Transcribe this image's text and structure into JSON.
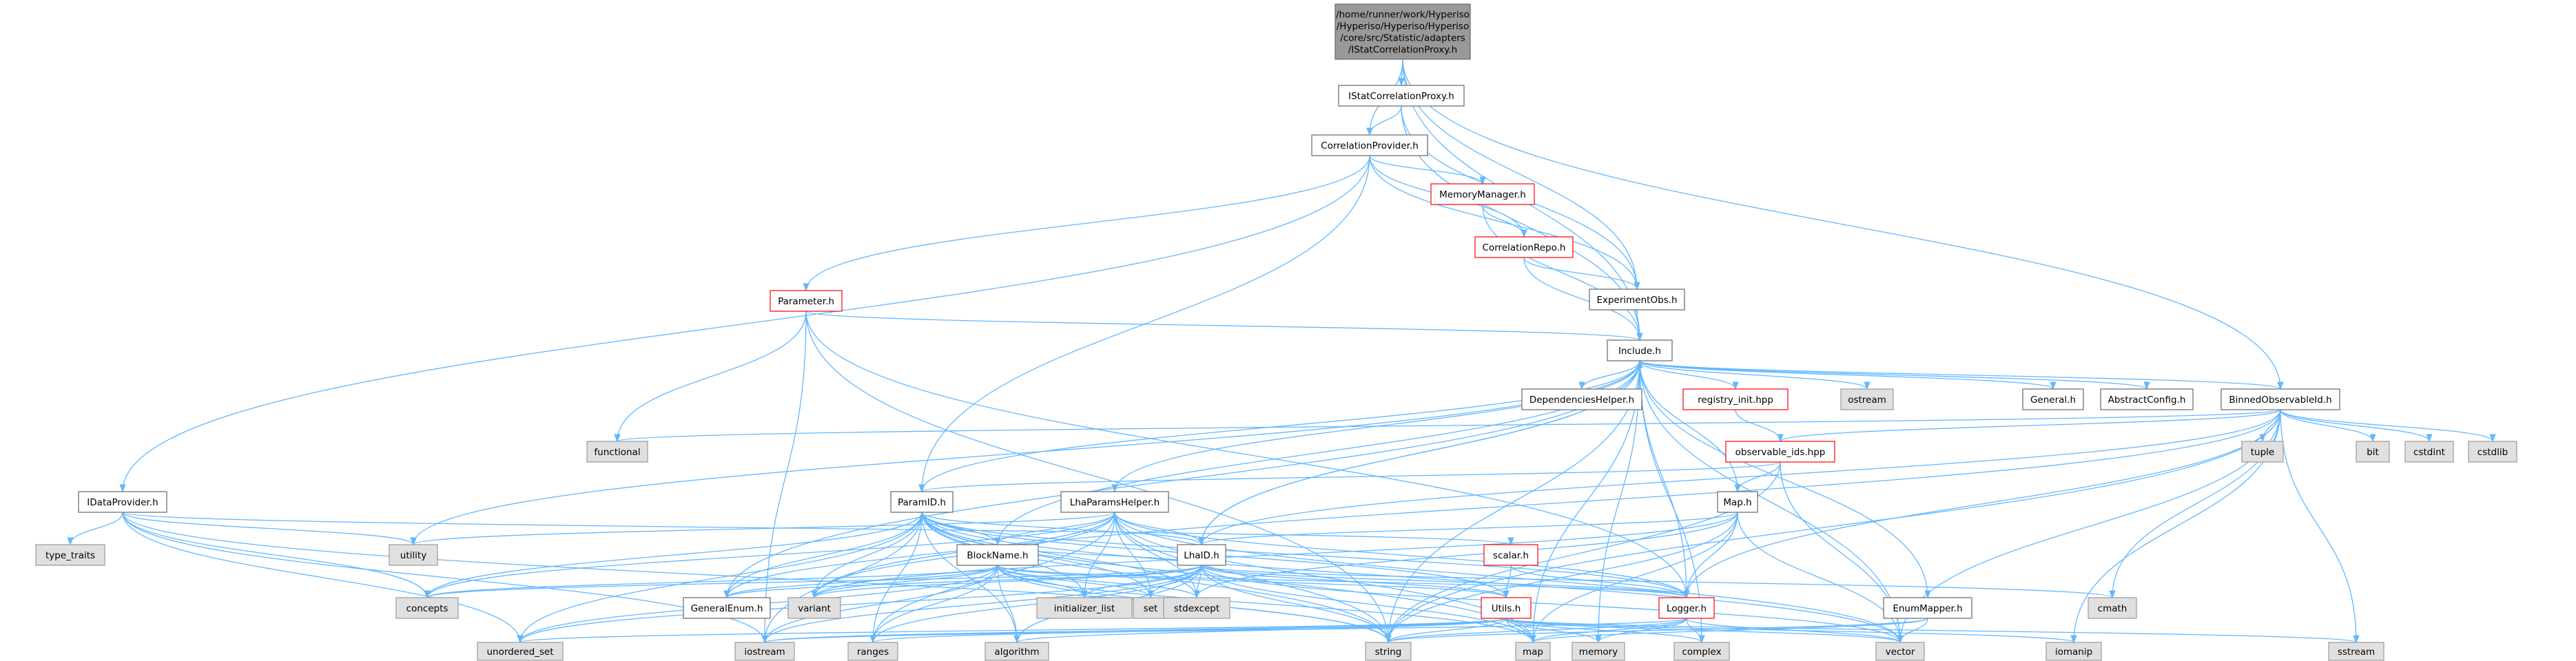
{
  "colors": {
    "edge": "#63b8ff",
    "edge_arrow": "#63b8ff",
    "root_fill": "#999999",
    "root_border": "#666666",
    "file_fill": "#ffffff",
    "file_border": "#666666",
    "external_fill": "#e0e0e0",
    "external_border": "#999999",
    "incomplete_border": "#ff0000",
    "text": "#000000"
  },
  "graph": {
    "title": "/home/runner/work/Hyperiso/Hyperiso/Hyperiso/core/src/Statistic/adapters/IStatCorrelationProxy.h",
    "nodes": [
      {
        "id": "root",
        "label": [
          "/home/runner/work/Hyperiso",
          "/Hyperiso/Hyperiso/Hyperiso",
          "/core/src/Statistic/adapters",
          "/IStatCorrelationProxy.h"
        ],
        "kind": "root"
      },
      {
        "id": "IStatCorrelationProxy",
        "label": [
          "IStatCorrelationProxy.h"
        ],
        "kind": "file"
      },
      {
        "id": "CorrelationProvider",
        "label": [
          "CorrelationProvider.h"
        ],
        "kind": "file"
      },
      {
        "id": "MemoryManager",
        "label": [
          "MemoryManager.h"
        ],
        "kind": "incomplete"
      },
      {
        "id": "CorrelationRepo",
        "label": [
          "CorrelationRepo.h"
        ],
        "kind": "incomplete"
      },
      {
        "id": "ExperimentObs",
        "label": [
          "ExperimentObs.h"
        ],
        "kind": "file"
      },
      {
        "id": "Parameter",
        "label": [
          "Parameter.h"
        ],
        "kind": "incomplete"
      },
      {
        "id": "Include",
        "label": [
          "Include.h"
        ],
        "kind": "file"
      },
      {
        "id": "IDataProvider",
        "label": [
          "IDataProvider.h"
        ],
        "kind": "file"
      },
      {
        "id": "DependenciesHelper",
        "label": [
          "DependenciesHelper.h"
        ],
        "kind": "file"
      },
      {
        "id": "registry_init",
        "label": [
          "registry_init.hpp"
        ],
        "kind": "incomplete"
      },
      {
        "id": "ostream",
        "label": [
          "ostream"
        ],
        "kind": "external"
      },
      {
        "id": "General",
        "label": [
          "General.h"
        ],
        "kind": "file"
      },
      {
        "id": "AbstractConfig",
        "label": [
          "AbstractConfig.h"
        ],
        "kind": "file"
      },
      {
        "id": "BinnedObservableId",
        "label": [
          "BinnedObservableId.h"
        ],
        "kind": "file"
      },
      {
        "id": "functional",
        "label": [
          "functional"
        ],
        "kind": "external"
      },
      {
        "id": "observable_ids",
        "label": [
          "observable_ids.hpp"
        ],
        "kind": "incomplete"
      },
      {
        "id": "tuple",
        "label": [
          "tuple"
        ],
        "kind": "external"
      },
      {
        "id": "bit",
        "label": [
          "bit"
        ],
        "kind": "external"
      },
      {
        "id": "cstdint",
        "label": [
          "cstdint"
        ],
        "kind": "external"
      },
      {
        "id": "cstdlib",
        "label": [
          "cstdlib"
        ],
        "kind": "external"
      },
      {
        "id": "ParamID",
        "label": [
          "ParamID.h"
        ],
        "kind": "file"
      },
      {
        "id": "LhaParamsHelper",
        "label": [
          "LhaParamsHelper.h"
        ],
        "kind": "file"
      },
      {
        "id": "Map",
        "label": [
          "Map.h"
        ],
        "kind": "file"
      },
      {
        "id": "type_traits",
        "label": [
          "type_traits"
        ],
        "kind": "external"
      },
      {
        "id": "utility",
        "label": [
          "utility"
        ],
        "kind": "external"
      },
      {
        "id": "scalar",
        "label": [
          "scalar.h"
        ],
        "kind": "incomplete"
      },
      {
        "id": "BlockName",
        "label": [
          "BlockName.h"
        ],
        "kind": "file"
      },
      {
        "id": "LhaID",
        "label": [
          "LhaID.h"
        ],
        "kind": "file"
      },
      {
        "id": "concepts",
        "label": [
          "concepts"
        ],
        "kind": "external"
      },
      {
        "id": "GeneralEnum",
        "label": [
          "GeneralEnum.h"
        ],
        "kind": "file"
      },
      {
        "id": "variant",
        "label": [
          "variant"
        ],
        "kind": "external"
      },
      {
        "id": "initializer_list",
        "label": [
          "initializer_list"
        ],
        "kind": "external"
      },
      {
        "id": "set",
        "label": [
          "set"
        ],
        "kind": "external"
      },
      {
        "id": "stdexcept",
        "label": [
          "stdexcept"
        ],
        "kind": "external"
      },
      {
        "id": "Utils",
        "label": [
          "Utils.h"
        ],
        "kind": "incomplete"
      },
      {
        "id": "Logger",
        "label": [
          "Logger.h"
        ],
        "kind": "incomplete"
      },
      {
        "id": "cmath",
        "label": [
          "cmath"
        ],
        "kind": "external"
      },
      {
        "id": "EnumMapper",
        "label": [
          "EnumMapper.h"
        ],
        "kind": "file"
      },
      {
        "id": "unordered_set",
        "label": [
          "unordered_set"
        ],
        "kind": "external"
      },
      {
        "id": "iostream",
        "label": [
          "iostream"
        ],
        "kind": "external"
      },
      {
        "id": "ranges",
        "label": [
          "ranges"
        ],
        "kind": "external"
      },
      {
        "id": "algorithm",
        "label": [
          "algorithm"
        ],
        "kind": "external"
      },
      {
        "id": "string",
        "label": [
          "string"
        ],
        "kind": "external"
      },
      {
        "id": "map",
        "label": [
          "map"
        ],
        "kind": "external"
      },
      {
        "id": "memory",
        "label": [
          "memory"
        ],
        "kind": "external"
      },
      {
        "id": "complex",
        "label": [
          "complex"
        ],
        "kind": "external"
      },
      {
        "id": "vector",
        "label": [
          "vector"
        ],
        "kind": "external"
      },
      {
        "id": "iomanip",
        "label": [
          "iomanip"
        ],
        "kind": "external"
      },
      {
        "id": "sstream",
        "label": [
          "sstream"
        ],
        "kind": "external"
      }
    ],
    "edges": [
      [
        "root",
        "IStatCorrelationProxy"
      ],
      [
        "root",
        "CorrelationProvider"
      ],
      [
        "root",
        "ExperimentObs"
      ],
      [
        "root",
        "Include"
      ],
      [
        "root",
        "BinnedObservableId"
      ],
      [
        "IStatCorrelationProxy",
        "CorrelationProvider"
      ],
      [
        "IStatCorrelationProxy",
        "ExperimentObs"
      ],
      [
        "IStatCorrelationProxy",
        "Include"
      ],
      [
        "CorrelationProvider",
        "MemoryManager"
      ],
      [
        "CorrelationProvider",
        "CorrelationRepo"
      ],
      [
        "CorrelationProvider",
        "ExperimentObs"
      ],
      [
        "CorrelationProvider",
        "Parameter"
      ],
      [
        "CorrelationProvider",
        "IDataProvider"
      ],
      [
        "CorrelationProvider",
        "ParamID"
      ],
      [
        "MemoryManager",
        "CorrelationRepo"
      ],
      [
        "MemoryManager",
        "Include"
      ],
      [
        "CorrelationRepo",
        "ExperimentObs"
      ],
      [
        "CorrelationRepo",
        "Include"
      ],
      [
        "ExperimentObs",
        "Include"
      ],
      [
        "Parameter",
        "Include"
      ],
      [
        "Parameter",
        "functional"
      ],
      [
        "Parameter",
        "Logger"
      ],
      [
        "Parameter",
        "iostream"
      ],
      [
        "Parameter",
        "string"
      ],
      [
        "Include",
        "DependenciesHelper"
      ],
      [
        "Include",
        "registry_init"
      ],
      [
        "Include",
        "ostream"
      ],
      [
        "Include",
        "General"
      ],
      [
        "Include",
        "AbstractConfig"
      ],
      [
        "Include",
        "BinnedObservableId"
      ],
      [
        "Include",
        "ParamID"
      ],
      [
        "Include",
        "LhaParamsHelper"
      ],
      [
        "Include",
        "Map"
      ],
      [
        "Include",
        "EnumMapper"
      ],
      [
        "Include",
        "GeneralEnum"
      ],
      [
        "Include",
        "utility"
      ],
      [
        "Include",
        "string"
      ],
      [
        "Include",
        "map"
      ],
      [
        "Include",
        "memory"
      ],
      [
        "Include",
        "vector"
      ],
      [
        "Include",
        "complex"
      ],
      [
        "Include",
        "Logger"
      ],
      [
        "Include",
        "BlockName"
      ],
      [
        "Include",
        "LhaID"
      ],
      [
        "DependenciesHelper",
        "Include"
      ],
      [
        "registry_init",
        "observable_ids"
      ],
      [
        "BinnedObservableId",
        "functional"
      ],
      [
        "BinnedObservableId",
        "tuple"
      ],
      [
        "BinnedObservableId",
        "bit"
      ],
      [
        "BinnedObservableId",
        "cstdint"
      ],
      [
        "BinnedObservableId",
        "cstdlib"
      ],
      [
        "BinnedObservableId",
        "observable_ids"
      ],
      [
        "BinnedObservableId",
        "sstream"
      ],
      [
        "BinnedObservableId",
        "iomanip"
      ],
      [
        "BinnedObservableId",
        "cmath"
      ],
      [
        "BinnedObservableId",
        "vector"
      ],
      [
        "BinnedObservableId",
        "string"
      ],
      [
        "BinnedObservableId",
        "Logger"
      ],
      [
        "BinnedObservableId",
        "LhaID"
      ],
      [
        "BinnedObservableId",
        "variant"
      ],
      [
        "observable_ids",
        "Map"
      ],
      [
        "observable_ids",
        "vector"
      ],
      [
        "observable_ids",
        "string"
      ],
      [
        "observable_ids",
        "ParamID"
      ],
      [
        "IDataProvider",
        "type_traits"
      ],
      [
        "IDataProvider",
        "utility"
      ],
      [
        "IDataProvider",
        "concepts"
      ],
      [
        "IDataProvider",
        "unordered_set"
      ],
      [
        "IDataProvider",
        "iostream"
      ],
      [
        "IDataProvider",
        "string"
      ],
      [
        "IDataProvider",
        "scalar"
      ],
      [
        "ParamID",
        "BlockName"
      ],
      [
        "ParamID",
        "LhaID"
      ],
      [
        "ParamID",
        "GeneralEnum"
      ],
      [
        "ParamID",
        "concepts"
      ],
      [
        "ParamID",
        "variant"
      ],
      [
        "ParamID",
        "initializer_list"
      ],
      [
        "ParamID",
        "set"
      ],
      [
        "ParamID",
        "stdexcept"
      ],
      [
        "ParamID",
        "Logger"
      ],
      [
        "ParamID",
        "Utils"
      ],
      [
        "ParamID",
        "unordered_set"
      ],
      [
        "ParamID",
        "iostream"
      ],
      [
        "ParamID",
        "ranges"
      ],
      [
        "ParamID",
        "algorithm"
      ],
      [
        "ParamID",
        "string"
      ],
      [
        "ParamID",
        "map"
      ],
      [
        "ParamID",
        "vector"
      ],
      [
        "LhaParamsHelper",
        "BlockName"
      ],
      [
        "LhaParamsHelper",
        "LhaID"
      ],
      [
        "LhaParamsHelper",
        "GeneralEnum"
      ],
      [
        "LhaParamsHelper",
        "concepts"
      ],
      [
        "LhaParamsHelper",
        "variant"
      ],
      [
        "LhaParamsHelper",
        "set"
      ],
      [
        "LhaParamsHelper",
        "stdexcept"
      ],
      [
        "LhaParamsHelper",
        "Logger"
      ],
      [
        "LhaParamsHelper",
        "string"
      ],
      [
        "LhaParamsHelper",
        "map"
      ],
      [
        "LhaParamsHelper",
        "vector"
      ],
      [
        "LhaParamsHelper",
        "initializer_list"
      ],
      [
        "LhaParamsHelper",
        "utility"
      ],
      [
        "LhaParamsHelper",
        "ranges"
      ],
      [
        "Map",
        "LhaID"
      ],
      [
        "Map",
        "Logger"
      ],
      [
        "Map",
        "stdexcept"
      ],
      [
        "Map",
        "map"
      ],
      [
        "Map",
        "string"
      ],
      [
        "Map",
        "vector"
      ],
      [
        "Map",
        "variant"
      ],
      [
        "scalar",
        "Utils"
      ],
      [
        "scalar",
        "Logger"
      ],
      [
        "BlockName",
        "GeneralEnum"
      ],
      [
        "BlockName",
        "concepts"
      ],
      [
        "BlockName",
        "variant"
      ],
      [
        "BlockName",
        "initializer_list"
      ],
      [
        "BlockName",
        "set"
      ],
      [
        "BlockName",
        "stdexcept"
      ],
      [
        "BlockName",
        "unordered_set"
      ],
      [
        "BlockName",
        "iostream"
      ],
      [
        "BlockName",
        "ranges"
      ],
      [
        "BlockName",
        "algorithm"
      ],
      [
        "BlockName",
        "string"
      ],
      [
        "BlockName",
        "map"
      ],
      [
        "BlockName",
        "Logger"
      ],
      [
        "BlockName",
        "Utils"
      ],
      [
        "LhaID",
        "BlockName"
      ],
      [
        "LhaID",
        "GeneralEnum"
      ],
      [
        "LhaID",
        "concepts"
      ],
      [
        "LhaID",
        "variant"
      ],
      [
        "LhaID",
        "initializer_list"
      ],
      [
        "LhaID",
        "set"
      ],
      [
        "LhaID",
        "stdexcept"
      ],
      [
        "LhaID",
        "Logger"
      ],
      [
        "LhaID",
        "Utils"
      ],
      [
        "LhaID",
        "cmath"
      ],
      [
        "LhaID",
        "unordered_set"
      ],
      [
        "LhaID",
        "iostream"
      ],
      [
        "LhaID",
        "ranges"
      ],
      [
        "LhaID",
        "algorithm"
      ],
      [
        "LhaID",
        "string"
      ],
      [
        "LhaID",
        "map"
      ],
      [
        "LhaID",
        "vector"
      ],
      [
        "LhaID",
        "Include"
      ],
      [
        "Utils",
        "string"
      ],
      [
        "Utils",
        "map"
      ],
      [
        "Utils",
        "memory"
      ],
      [
        "Utils",
        "complex"
      ],
      [
        "Utils",
        "vector"
      ],
      [
        "Utils",
        "iostream"
      ],
      [
        "Utils",
        "ranges"
      ],
      [
        "Utils",
        "algorithm"
      ],
      [
        "Utils",
        "unordered_set"
      ],
      [
        "Utils",
        "iomanip"
      ],
      [
        "Utils",
        "sstream"
      ],
      [
        "Logger",
        "string"
      ],
      [
        "Logger",
        "memory"
      ],
      [
        "Logger",
        "map"
      ],
      [
        "Logger",
        "vector"
      ],
      [
        "Logger",
        "iostream"
      ],
      [
        "Logger",
        "complex"
      ],
      [
        "EnumMapper",
        "string"
      ],
      [
        "EnumMapper",
        "map"
      ],
      [
        "EnumMapper",
        "vector"
      ]
    ]
  }
}
